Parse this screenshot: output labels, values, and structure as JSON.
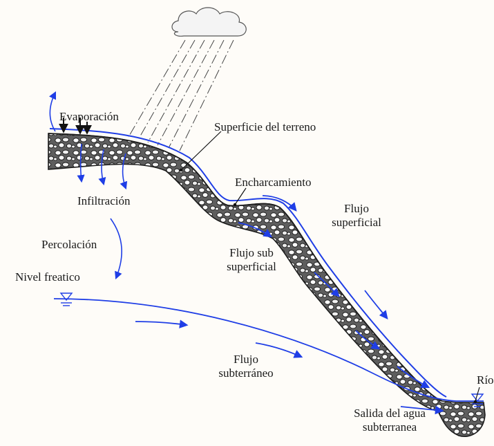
{
  "labels": {
    "evaporacion": "Evaporación",
    "superficie": "Superficie del terreno",
    "encharcamiento": "Encharcamiento",
    "infiltracion": "Infiltración",
    "flujo_superficial": [
      "Flujo",
      "superficial"
    ],
    "percolacion": "Percolación",
    "flujo_sub_superficial": [
      "Flujo sub",
      "superficial"
    ],
    "nivel_freatico": "Nivel freatico",
    "flujo_subterraneo": [
      "Flujo",
      "subterráneo"
    ],
    "rio": "Río",
    "salida_agua": [
      "Salida del agua",
      "subterranea"
    ]
  },
  "colors": {
    "water": "#1f3ee6",
    "ground": "#2b2b2b",
    "ink": "#1a1a1a",
    "cloud_fill": "#f4f4f4"
  }
}
